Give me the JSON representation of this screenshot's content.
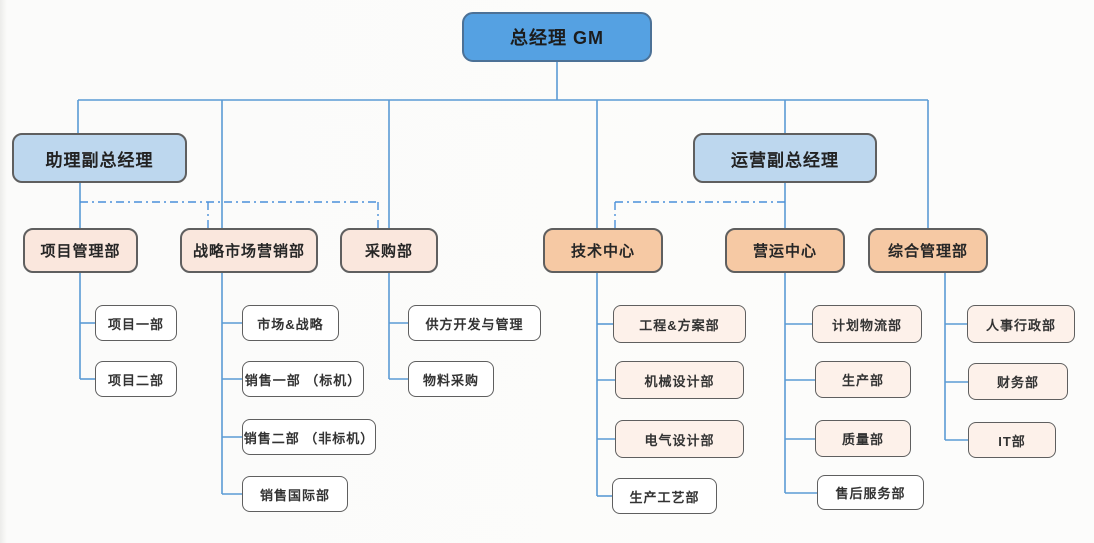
{
  "chart": {
    "title": "company organization chart",
    "root": {
      "label": "总经理 GM"
    },
    "vice": [
      {
        "label": "助理副总经理"
      },
      {
        "label": "运营副总经理"
      }
    ],
    "departments": [
      {
        "label": "项目管理部",
        "children": [
          "项目一部",
          "项目二部"
        ]
      },
      {
        "label": "战略市场营销部",
        "children": [
          "市场&战略",
          "销售一部 （标机）",
          "销售二部 （非标机）",
          "销售国际部"
        ]
      },
      {
        "label": "采购部",
        "children": [
          "供方开发与管理",
          "物料采购"
        ]
      },
      {
        "label": "技术中心",
        "children": [
          "工程&方案部",
          "机械设计部",
          "电气设计部",
          "生产工艺部"
        ]
      },
      {
        "label": "营运中心",
        "children": [
          "计划物流部",
          "生产部",
          "质量部",
          "售后服务部"
        ]
      },
      {
        "label": "综合管理部",
        "children": [
          "人事行政部",
          "财务部",
          "IT部"
        ]
      }
    ],
    "colors": {
      "gm_fill": "#55a1e2",
      "gm_border": "#4c7196",
      "vice_fill": "#bdd7ee",
      "peach_fill": "#f6c9a4",
      "pink_fill": "#fae7dd",
      "pale_fill": "#fdf1ea",
      "white_fill": "#ffffff",
      "box_border": "#5f5f5f",
      "line": "#5b9bd5",
      "dash_line": "#4a90d9"
    }
  }
}
